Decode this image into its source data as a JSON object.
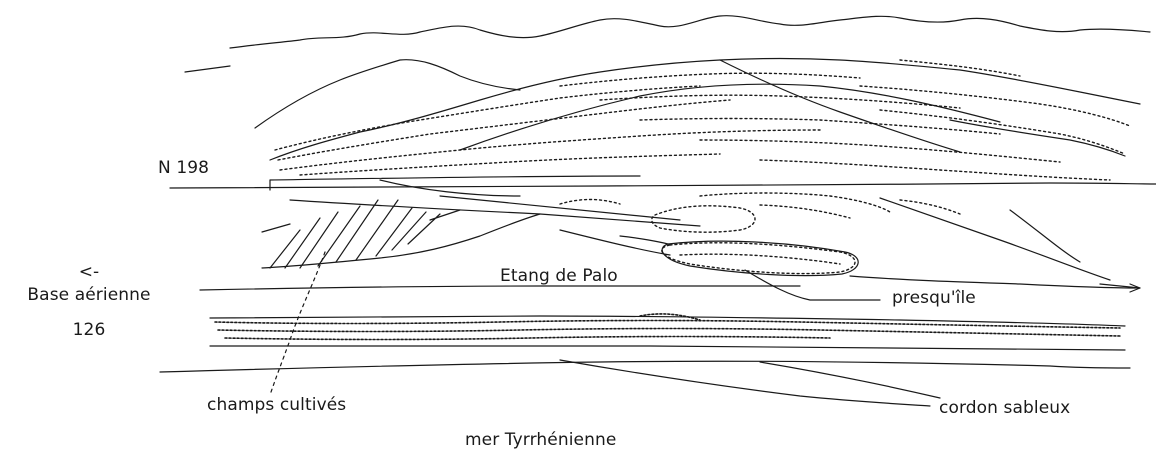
{
  "labels": {
    "road": "N 198",
    "arrow": "<-",
    "base_line1": "Base aérienne",
    "base_line2": "126",
    "lagoon": "Etang de Palo",
    "peninsula": "presqu'île",
    "fields": "champs cultivés",
    "sandbar": "cordon sableux",
    "sea": "mer Tyrrhénienne"
  },
  "colors": {
    "ink": "#1a1a1a",
    "paper": "#ffffff"
  }
}
